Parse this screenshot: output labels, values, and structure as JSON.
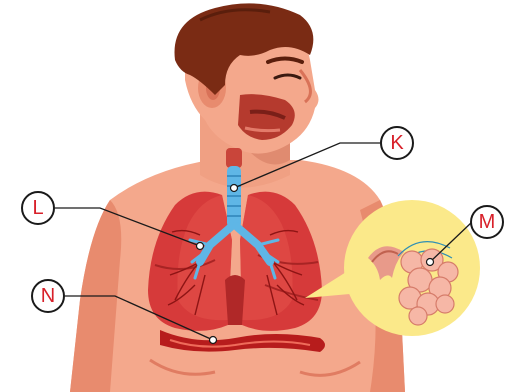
{
  "labels": {
    "K": "K",
    "L": "L",
    "M": "M",
    "N": "N"
  },
  "colors": {
    "label_ring": "#1a1a1a",
    "label_text": "#d8202a",
    "skin": "#f4a88c",
    "skin_shadow": "#e88b6e",
    "hair": "#7a2b14",
    "lung": "#d63a3a",
    "trachea": "#5fb6e6",
    "diaphragm": "#b71c1c",
    "zoom_bubble": "#fbe98a",
    "alveoli": "#f6b7a6"
  },
  "icons": [
    "human-torso-illustration",
    "lungs-illustration",
    "trachea-illustration",
    "diaphragm-illustration",
    "alveoli-zoom-illustration"
  ]
}
